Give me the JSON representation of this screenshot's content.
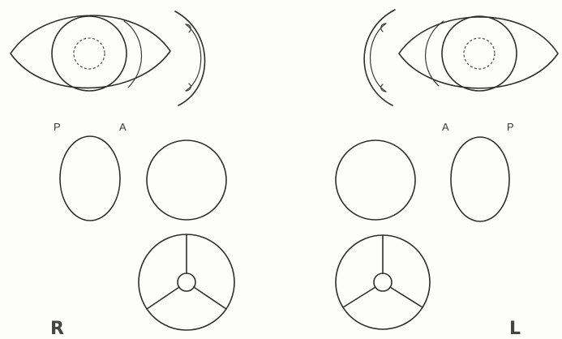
{
  "labels": {
    "right_eye": {
      "posterior": "P",
      "anterior": "A",
      "side": "R"
    },
    "left_eye": {
      "anterior": "A",
      "posterior": "P",
      "side": "L"
    }
  },
  "colors": {
    "line": "#2e2e2e",
    "background": "#fdfdfc"
  }
}
